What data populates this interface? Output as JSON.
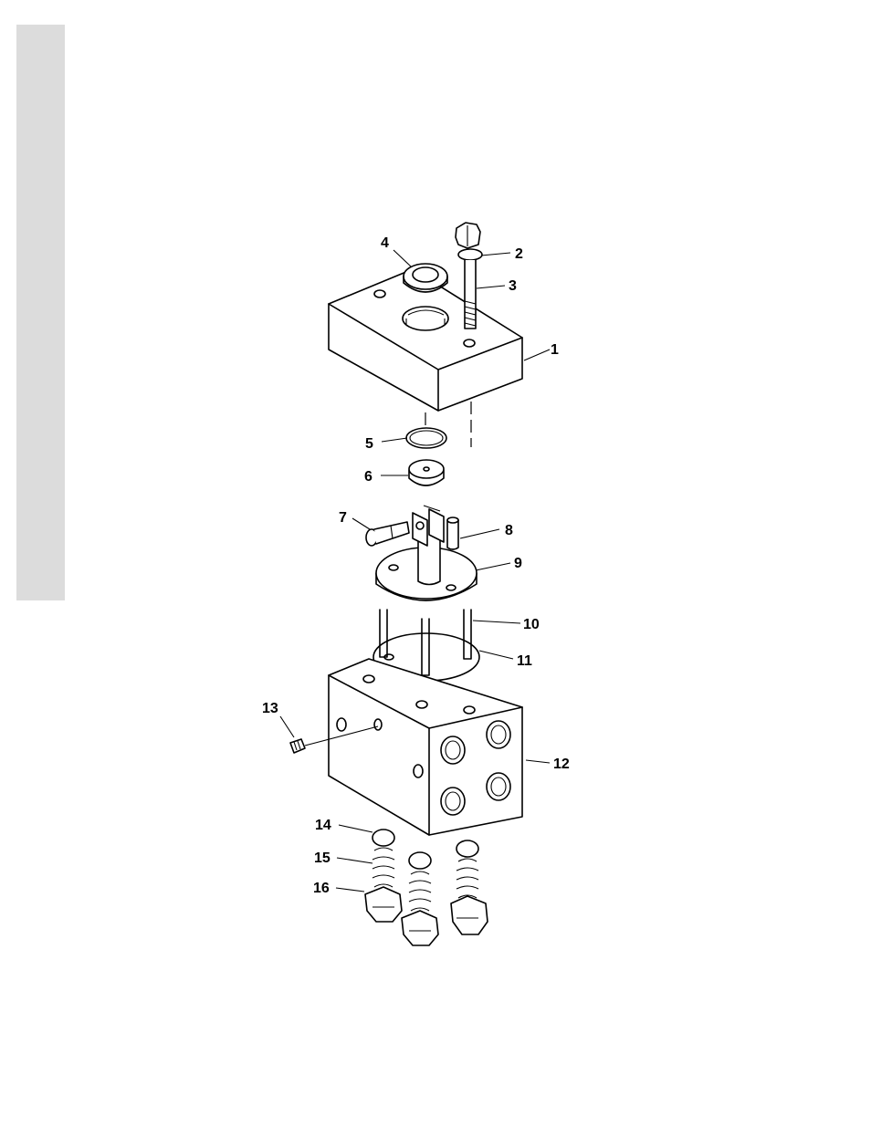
{
  "callouts": [
    {
      "id": "c1",
      "label": "1"
    },
    {
      "id": "c2",
      "label": "2"
    },
    {
      "id": "c3",
      "label": "3"
    },
    {
      "id": "c4",
      "label": "4"
    },
    {
      "id": "c5",
      "label": "5"
    },
    {
      "id": "c6",
      "label": "6"
    },
    {
      "id": "c7",
      "label": "7"
    },
    {
      "id": "c8",
      "label": "8"
    },
    {
      "id": "c9",
      "label": "9"
    },
    {
      "id": "c10",
      "label": "10"
    },
    {
      "id": "c11",
      "label": "11"
    },
    {
      "id": "c12",
      "label": "12"
    },
    {
      "id": "c13",
      "label": "13"
    },
    {
      "id": "c14",
      "label": "14"
    },
    {
      "id": "c15",
      "label": "15"
    },
    {
      "id": "c16",
      "label": "16"
    }
  ],
  "colors": {
    "ink": "#000000",
    "paper": "#ffffff",
    "side_tab": "#dcdcdc"
  }
}
